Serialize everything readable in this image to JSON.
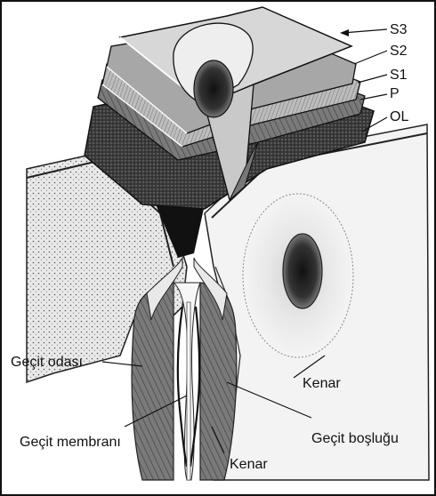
{
  "labels": {
    "s3": "S3",
    "s2": "S2",
    "s1": "S1",
    "p": "P",
    "ol": "OL",
    "gecit_odasi": "Geçit odası",
    "kenar_right": "Kenar",
    "gecit_boslugu": "Geçit boşluğu",
    "gecit_membrani": "Geçit membranı",
    "kenar_bottom": "Kenar"
  },
  "colors": {
    "background": "#ffffff",
    "frame": "#111111",
    "dark_layer": "#2a2a2a",
    "mid_layer": "#8c8c8c",
    "light_layer": "#d9d9d9",
    "cell_wall": "#e6e6e6",
    "stipple": "#5a5a5a"
  }
}
